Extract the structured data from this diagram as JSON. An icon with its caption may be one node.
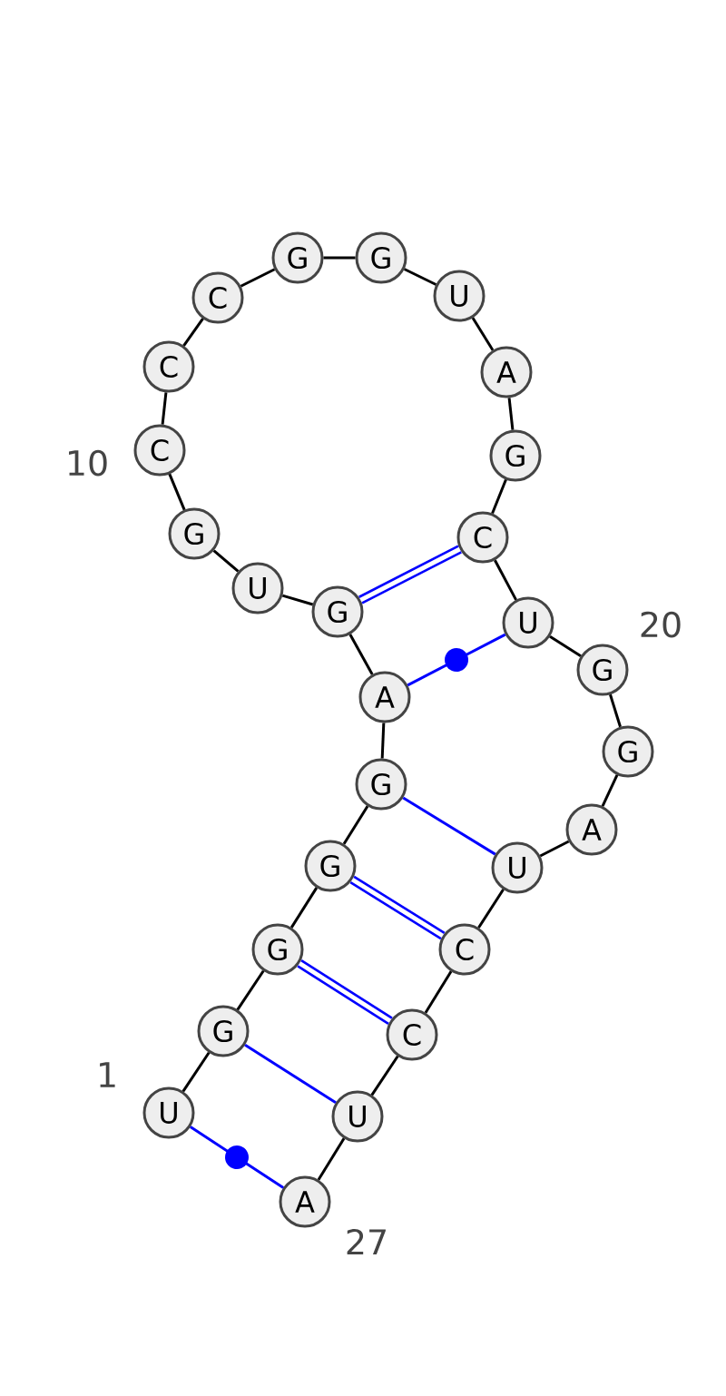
{
  "diagram": {
    "nodes": [
      {
        "text": [
          "U"
        ],
        "beside": [
          "1"
        ]
      },
      {
        "text": [
          "G"
        ]
      },
      {
        "text": [
          "G"
        ]
      },
      {
        "text": [
          "G"
        ]
      },
      {
        "text": [
          "G"
        ]
      },
      {
        "text": [
          "A"
        ]
      },
      {
        "text": [
          "G"
        ]
      },
      {
        "text": [
          "U"
        ]
      },
      {
        "text": [
          "G"
        ]
      },
      {
        "text": [
          "C"
        ],
        "beside": [
          "10"
        ]
      },
      {
        "text": [
          "C"
        ]
      },
      {
        "text": [
          "C"
        ]
      },
      {
        "text": [
          "G"
        ]
      },
      {
        "text": [
          "G"
        ]
      },
      {
        "text": [
          "U"
        ]
      },
      {
        "text": [
          "A"
        ]
      },
      {
        "text": [
          "G"
        ]
      },
      {
        "text": [
          "C"
        ]
      },
      {
        "text": [
          "U"
        ]
      },
      {
        "text": [
          "G"
        ],
        "beside": [
          "20"
        ]
      },
      {
        "text": [
          "G"
        ]
      },
      {
        "text": [
          "A"
        ]
      },
      {
        "text": [
          "U"
        ]
      },
      {
        "text": [
          "C"
        ]
      },
      {
        "text": [
          "C"
        ]
      },
      {
        "text": [
          "U"
        ]
      },
      {
        "text": [
          "A"
        ],
        "beside": [
          "27"
        ]
      }
    ],
    "edges": [
      {
        "from": 0,
        "to": 1,
        "arrow": "none"
      },
      {
        "from": 1,
        "to": 2,
        "arrow": "none"
      },
      {
        "from": 2,
        "to": 3,
        "arrow": "none"
      },
      {
        "from": 3,
        "to": 4,
        "arrow": "none"
      },
      {
        "from": 4,
        "to": 5,
        "arrow": "none"
      },
      {
        "from": 5,
        "to": 6,
        "arrow": "none"
      },
      {
        "from": 6,
        "to": 7,
        "arrow": "none"
      },
      {
        "from": 7,
        "to": 8,
        "arrow": "none"
      },
      {
        "from": 8,
        "to": 9,
        "arrow": "none"
      },
      {
        "from": 9,
        "to": 10,
        "arrow": "none"
      },
      {
        "from": 10,
        "to": 11,
        "arrow": "none"
      },
      {
        "from": 11,
        "to": 12,
        "arrow": "none"
      },
      {
        "from": 12,
        "to": 13,
        "arrow": "none"
      },
      {
        "from": 13,
        "to": 14,
        "arrow": "none"
      },
      {
        "from": 14,
        "to": 15,
        "arrow": "none"
      },
      {
        "from": 15,
        "to": 16,
        "arrow": "none"
      },
      {
        "from": 16,
        "to": 17,
        "arrow": "none"
      },
      {
        "from": 17,
        "to": 18,
        "arrow": "none"
      },
      {
        "from": 18,
        "to": 19,
        "arrow": "none"
      },
      {
        "from": 19,
        "to": 20,
        "arrow": "none"
      },
      {
        "from": 20,
        "to": 21,
        "arrow": "none"
      },
      {
        "from": 21,
        "to": 22,
        "arrow": "none"
      },
      {
        "from": 22,
        "to": 23,
        "arrow": "none"
      },
      {
        "from": 23,
        "to": 24,
        "arrow": "none"
      },
      {
        "from": 24,
        "to": 25,
        "arrow": "none"
      },
      {
        "from": 25,
        "to": 26,
        "arrow": "none"
      },
      {
        "from": 0,
        "to": 26,
        "arrow": "none",
        "color": "#0000ff"
      },
      {
        "from": 1,
        "to": 25,
        "arrow": "none",
        "color": "#0000ff"
      },
      {
        "from": 2,
        "to": 24,
        "arrow": "none",
        "style": "thick",
        "color": "#0000ff"
      },
      {
        "from": 3,
        "to": 23,
        "arrow": "none",
        "style": "thick",
        "color": "#0000ff"
      },
      {
        "from": 4,
        "to": 22,
        "arrow": "none",
        "color": "#0000ff"
      },
      {
        "from": 5,
        "to": 18,
        "arrow": "none",
        "color": "#0000ff"
      },
      {
        "from": 6,
        "to": 17,
        "arrow": "none",
        "style": "thick",
        "color": "#0000ff"
      }
    ]
  }
}
